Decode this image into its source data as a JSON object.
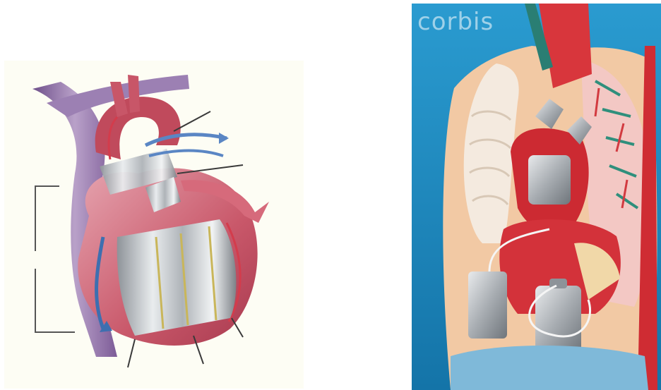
{
  "images": {
    "left": {
      "subject": "heart-illustration-with-implanted-pump"
    },
    "right": {
      "subject": "anatomical-torso-model-with-device",
      "watermark": "corbis"
    }
  },
  "colors": {
    "heart_red": "#c84a55",
    "vein_purple": "#8e6ca0",
    "device_silver": "#bfc3c7",
    "sky_blue": "#1f8fc3"
  }
}
